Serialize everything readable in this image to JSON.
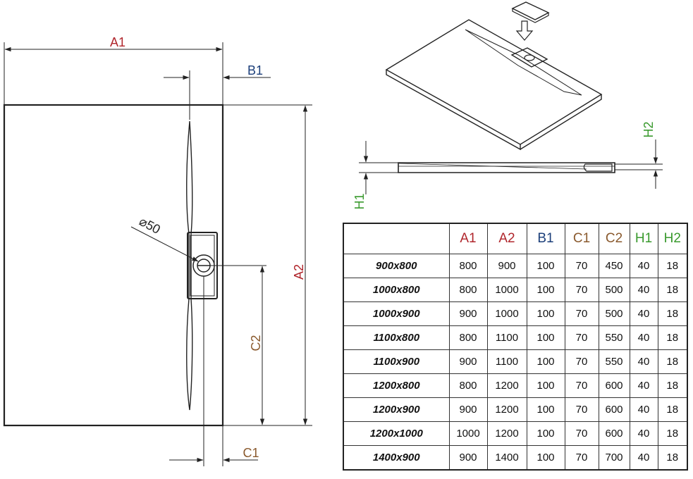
{
  "colors": {
    "a": "#b0262c",
    "b": "#1c3f7a",
    "c": "#8a5a2e",
    "h": "#3a9a2e",
    "line": "#222222"
  },
  "labels": {
    "a1": "A1",
    "a2": "A2",
    "b1": "B1",
    "c1": "C1",
    "c2": "C2",
    "h1": "H1",
    "h2": "H2",
    "diameter": "⌀50"
  },
  "table": {
    "headers": [
      "",
      "A1",
      "A2",
      "B1",
      "C1",
      "C2",
      "H1",
      "H2"
    ],
    "header_colors": [
      "",
      "a",
      "a",
      "b",
      "c",
      "c",
      "h",
      "h"
    ],
    "rows": [
      [
        "900x800",
        "800",
        "900",
        "100",
        "70",
        "450",
        "40",
        "18"
      ],
      [
        "1000x800",
        "800",
        "1000",
        "100",
        "70",
        "500",
        "40",
        "18"
      ],
      [
        "1000x900",
        "900",
        "1000",
        "100",
        "70",
        "500",
        "40",
        "18"
      ],
      [
        "1100x800",
        "800",
        "1100",
        "100",
        "70",
        "550",
        "40",
        "18"
      ],
      [
        "1100x900",
        "900",
        "1100",
        "100",
        "70",
        "550",
        "40",
        "18"
      ],
      [
        "1200x800",
        "800",
        "1200",
        "100",
        "70",
        "600",
        "40",
        "18"
      ],
      [
        "1200x900",
        "900",
        "1200",
        "100",
        "70",
        "600",
        "40",
        "18"
      ],
      [
        "1200x1000",
        "1000",
        "1200",
        "100",
        "70",
        "600",
        "40",
        "18"
      ],
      [
        "1400x900",
        "900",
        "1400",
        "100",
        "70",
        "700",
        "40",
        "18"
      ]
    ]
  }
}
